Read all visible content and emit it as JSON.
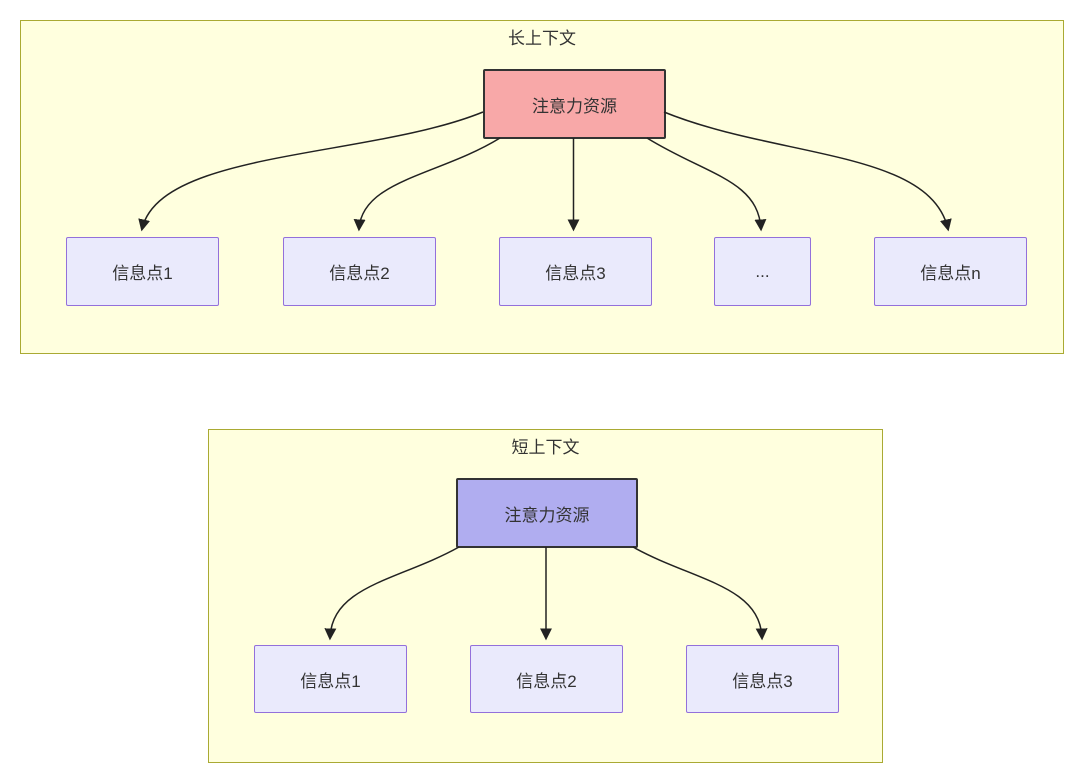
{
  "colors": {
    "container_fill": "#ffffde",
    "container_border": "#aaaa33",
    "attention_long_fill": "#f8a8a8",
    "attention_short_fill": "#b0adf0",
    "attention_border": "#333333",
    "info_fill": "#eaeafc",
    "info_border": "#9370db",
    "arrow": "#222222",
    "text": "#333333"
  },
  "diagram": {
    "long_context": {
      "title": "长上下文",
      "attention": "注意力资源",
      "nodes": [
        "信息点1",
        "信息点2",
        "信息点3",
        "...",
        "信息点n"
      ]
    },
    "short_context": {
      "title": "短上下文",
      "attention": "注意力资源",
      "nodes": [
        "信息点1",
        "信息点2",
        "信息点3"
      ]
    }
  }
}
